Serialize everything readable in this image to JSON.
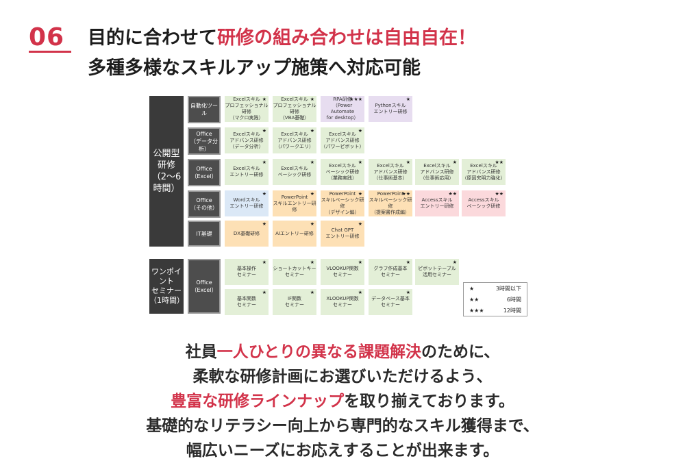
{
  "header": {
    "number": "06",
    "title_line1_a": "目的に合わせて",
    "title_line1_b": "研修の組み合わせは自由自在！",
    "title_line2": "多種多様なスキルアップ施策へ対応可能"
  },
  "diagram": {
    "group_public": "公開型\n研修\n（2～6時間）",
    "group_onepoint": "ワンポイント\nセミナー\n（1時間）",
    "categories": {
      "automation": "自動化ツール",
      "office_data": "Office\n（データ分析）",
      "office_excel": "Office\n（Excel）",
      "office_other": "Office\n（その他）",
      "it_basic": "IT基礎",
      "onepoint_excel": "Office\n（Excel）"
    },
    "row1": [
      {
        "label": "Excelスキル\nプロフェッショナル研修\n（マクロ実践）",
        "stars": "★"
      },
      {
        "label": "Excelスキル\nプロフェッショナル研修\n（VBA基礎）",
        "stars": "★"
      },
      {
        "label": "RPA研修\n（Power Automate\nfor desktop）",
        "stars": "★★★"
      },
      {
        "label": "Pythonスキル\nエントリー研修",
        "stars": "★"
      }
    ],
    "row2": [
      {
        "label": "Excelスキル\nアドバンス研修\n（データ分析）",
        "stars": "★"
      },
      {
        "label": "Excelスキル\nアドバンス研修\n（パワークエリ）",
        "stars": "★"
      },
      {
        "label": "Excelスキル\nアドバンス研修\n（パワーピボット）",
        "stars": "★"
      }
    ],
    "row3": [
      {
        "label": "Excelスキル\nエントリー研修",
        "stars": "★"
      },
      {
        "label": "Excelスキル\nベーシック研修",
        "stars": "★"
      },
      {
        "label": "Excelスキル\nベーシック研修\n（業務実践）",
        "stars": "★"
      },
      {
        "label": "Excelスキル\nアドバンス研修\n（仕事術基本）",
        "stars": "★"
      },
      {
        "label": "Excelスキル\nアドバンス研修\n（仕事術応用）",
        "stars": "★"
      },
      {
        "label": "Excelスキル\nアドバンス研修\n（原因究明力強化）",
        "stars": "★★"
      }
    ],
    "row4": [
      {
        "label": "Wordスキル\nエントリー研修",
        "stars": "★"
      },
      {
        "label": "PowerPoint\nスキルエントリー研修",
        "stars": "★"
      },
      {
        "label": "PowerPoint\nスキルベーシック研修\n（デザイン編）",
        "stars": "★"
      },
      {
        "label": "PowerPoint\nスキルベーシック研修\n（提案書作成編）",
        "stars": "★★"
      },
      {
        "label": "Accessスキル\nエントリー研修",
        "stars": "★★"
      },
      {
        "label": "Accessスキル\nベーシック研修",
        "stars": "★★"
      }
    ],
    "row5": [
      {
        "label": "DX基礎研修",
        "stars": "★"
      },
      {
        "label": "AIエントリー研修",
        "stars": "★"
      },
      {
        "label": "Chat GPT\nエントリー研修",
        "stars": "★"
      }
    ],
    "seminar_row1": [
      {
        "label": "基本操作\nセミナー",
        "stars": "★"
      },
      {
        "label": "ショートカットキー\nセミナー",
        "stars": "★"
      },
      {
        "label": "VLOOKUP関数\nセミナー",
        "stars": "★"
      },
      {
        "label": "グラフ作成基本\nセミナー",
        "stars": "★"
      },
      {
        "label": "ピボットテーブル\n活用セミナー",
        "stars": "★"
      }
    ],
    "seminar_row2": [
      {
        "label": "基本関数\nセミナー",
        "stars": "★"
      },
      {
        "label": "IF関数\nセミナー",
        "stars": "★"
      },
      {
        "label": "XLOOKUP関数\nセミナー",
        "stars": "★"
      },
      {
        "label": "データベース基本\nセミナー",
        "stars": "★"
      }
    ],
    "legend": [
      {
        "stars": "★",
        "text": "3時間以下"
      },
      {
        "stars": "★★",
        "text": "6時間"
      },
      {
        "stars": "★★★",
        "text": "12時間"
      }
    ]
  },
  "body": {
    "l1_a": "社員",
    "l1_b": "一人ひとりの異なる課題解決",
    "l1_c": "のために、",
    "l2": "柔軟な研修計画にお選びいただけるよう、",
    "l3_a": "豊富な研修ラインナップ",
    "l3_b": "を取り揃えております。",
    "l4": "基礎的なリテラシー向上から専門的なスキル獲得まで、",
    "l5": "幅広いニーズにお応えすることが出来ます。"
  },
  "colors": {
    "accent": "#d2334a",
    "green": "#e3efd7",
    "purple": "#e7ddf0",
    "blue": "#dbe8f6",
    "orange": "#fde0b5",
    "pink": "#fbd9dc"
  }
}
